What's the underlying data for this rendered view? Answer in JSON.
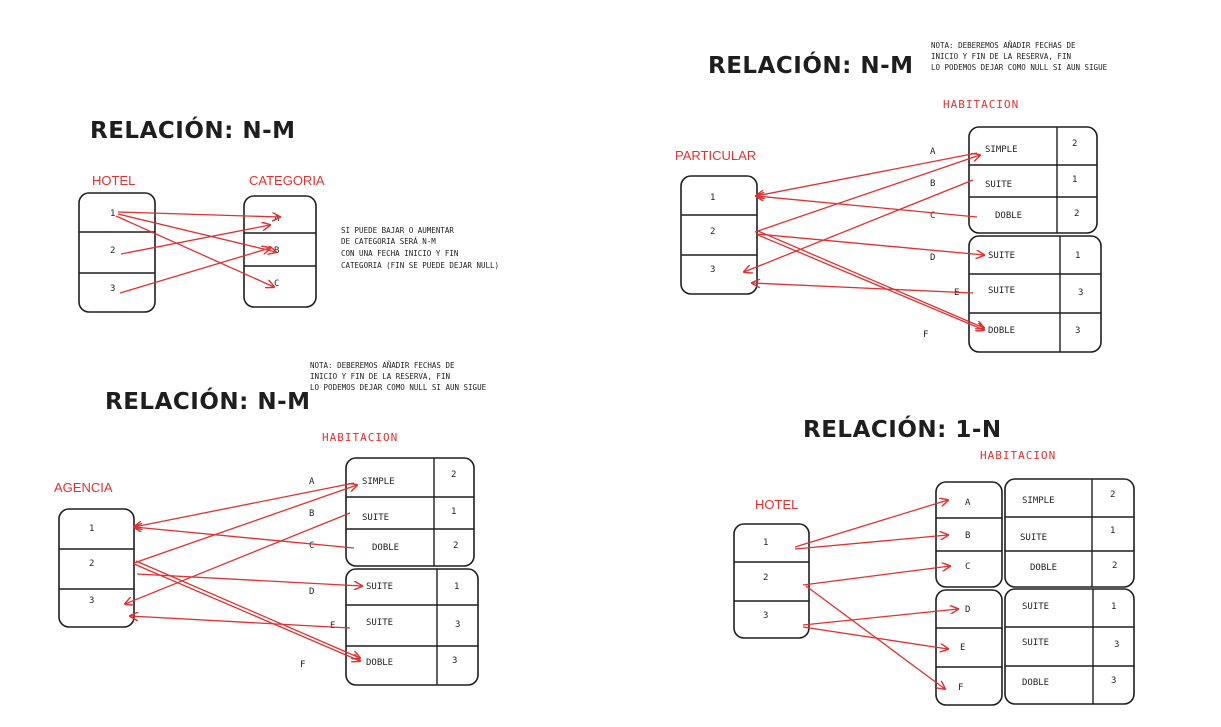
{
  "d1": {
    "title": "RELACIÓN: N-M",
    "hotel_label": "HOTEL",
    "categoria_label": "CATEGORIA",
    "hotel_rows": [
      "1",
      "2",
      "3"
    ],
    "categoria_rows": [
      "A",
      "B",
      "C"
    ],
    "note": [
      "SI PUEDE BAJAR O AUMENTAR",
      "DE CATEGORIA SERÁ N-M",
      "CON UNA FECHA INICIO Y FIN",
      "CATEGORIA (FIN SE PUEDE DEJAR NULL)"
    ]
  },
  "d2": {
    "title": "RELACIÓN: N-M",
    "note": [
      "NOTA: DEBEREMOS AÑADIR FECHAS DE",
      "INICIO Y FIN DE LA RESERVA, FIN",
      "LO PODEMOS DEJAR COMO NULL SI AUN SIGUE"
    ],
    "entity_label": "PARTICULAR",
    "entity_rows": [
      "1",
      "2",
      "3"
    ],
    "habitacion_label": "HABITACION",
    "letters": [
      "A",
      "B",
      "C",
      "D",
      "E",
      "F"
    ],
    "rooms": [
      {
        "type": "SIMPLE",
        "n": "2"
      },
      {
        "type": "SUITE",
        "n": "1"
      },
      {
        "type": "DOBLE",
        "n": "2"
      },
      {
        "type": "SUITE",
        "n": "1"
      },
      {
        "type": "SUITE",
        "n": "3"
      },
      {
        "type": "DOBLE",
        "n": "3"
      }
    ]
  },
  "d3": {
    "title": "RELACIÓN: N-M",
    "note": [
      "NOTA: DEBEREMOS AÑADIR FECHAS DE",
      "INICIO Y FIN DE LA RESERVA, FIN",
      "LO PODEMOS DEJAR COMO NULL SI AUN SIGUE"
    ],
    "entity_label": "AGENCIA",
    "entity_rows": [
      "1",
      "2",
      "3"
    ],
    "habitacion_label": "HABITACION",
    "letters": [
      "A",
      "B",
      "C",
      "D",
      "E",
      "F"
    ],
    "rooms": [
      {
        "type": "SIMPLE",
        "n": "2"
      },
      {
        "type": "SUITE",
        "n": "1"
      },
      {
        "type": "DOBLE",
        "n": "2"
      },
      {
        "type": "SUITE",
        "n": "1"
      },
      {
        "type": "SUITE",
        "n": "3"
      },
      {
        "type": "DOBLE",
        "n": "3"
      }
    ]
  },
  "d4": {
    "title": "RELACIÓN: 1-N",
    "hotel_label": "HOTEL",
    "hotel_rows": [
      "1",
      "2",
      "3"
    ],
    "habitacion_label": "HABITACION",
    "letters": [
      "A",
      "B",
      "C",
      "D",
      "E",
      "F"
    ],
    "rooms": [
      {
        "type": "SIMPLE",
        "n": "2"
      },
      {
        "type": "SUITE",
        "n": "1"
      },
      {
        "type": "DOBLE",
        "n": "2"
      },
      {
        "type": "SUITE",
        "n": "1"
      },
      {
        "type": "SUITE",
        "n": "3"
      },
      {
        "type": "DOBLE",
        "n": "3"
      }
    ]
  },
  "colors": {
    "arrow": "#e03131",
    "ink": "#1e1e1e"
  }
}
